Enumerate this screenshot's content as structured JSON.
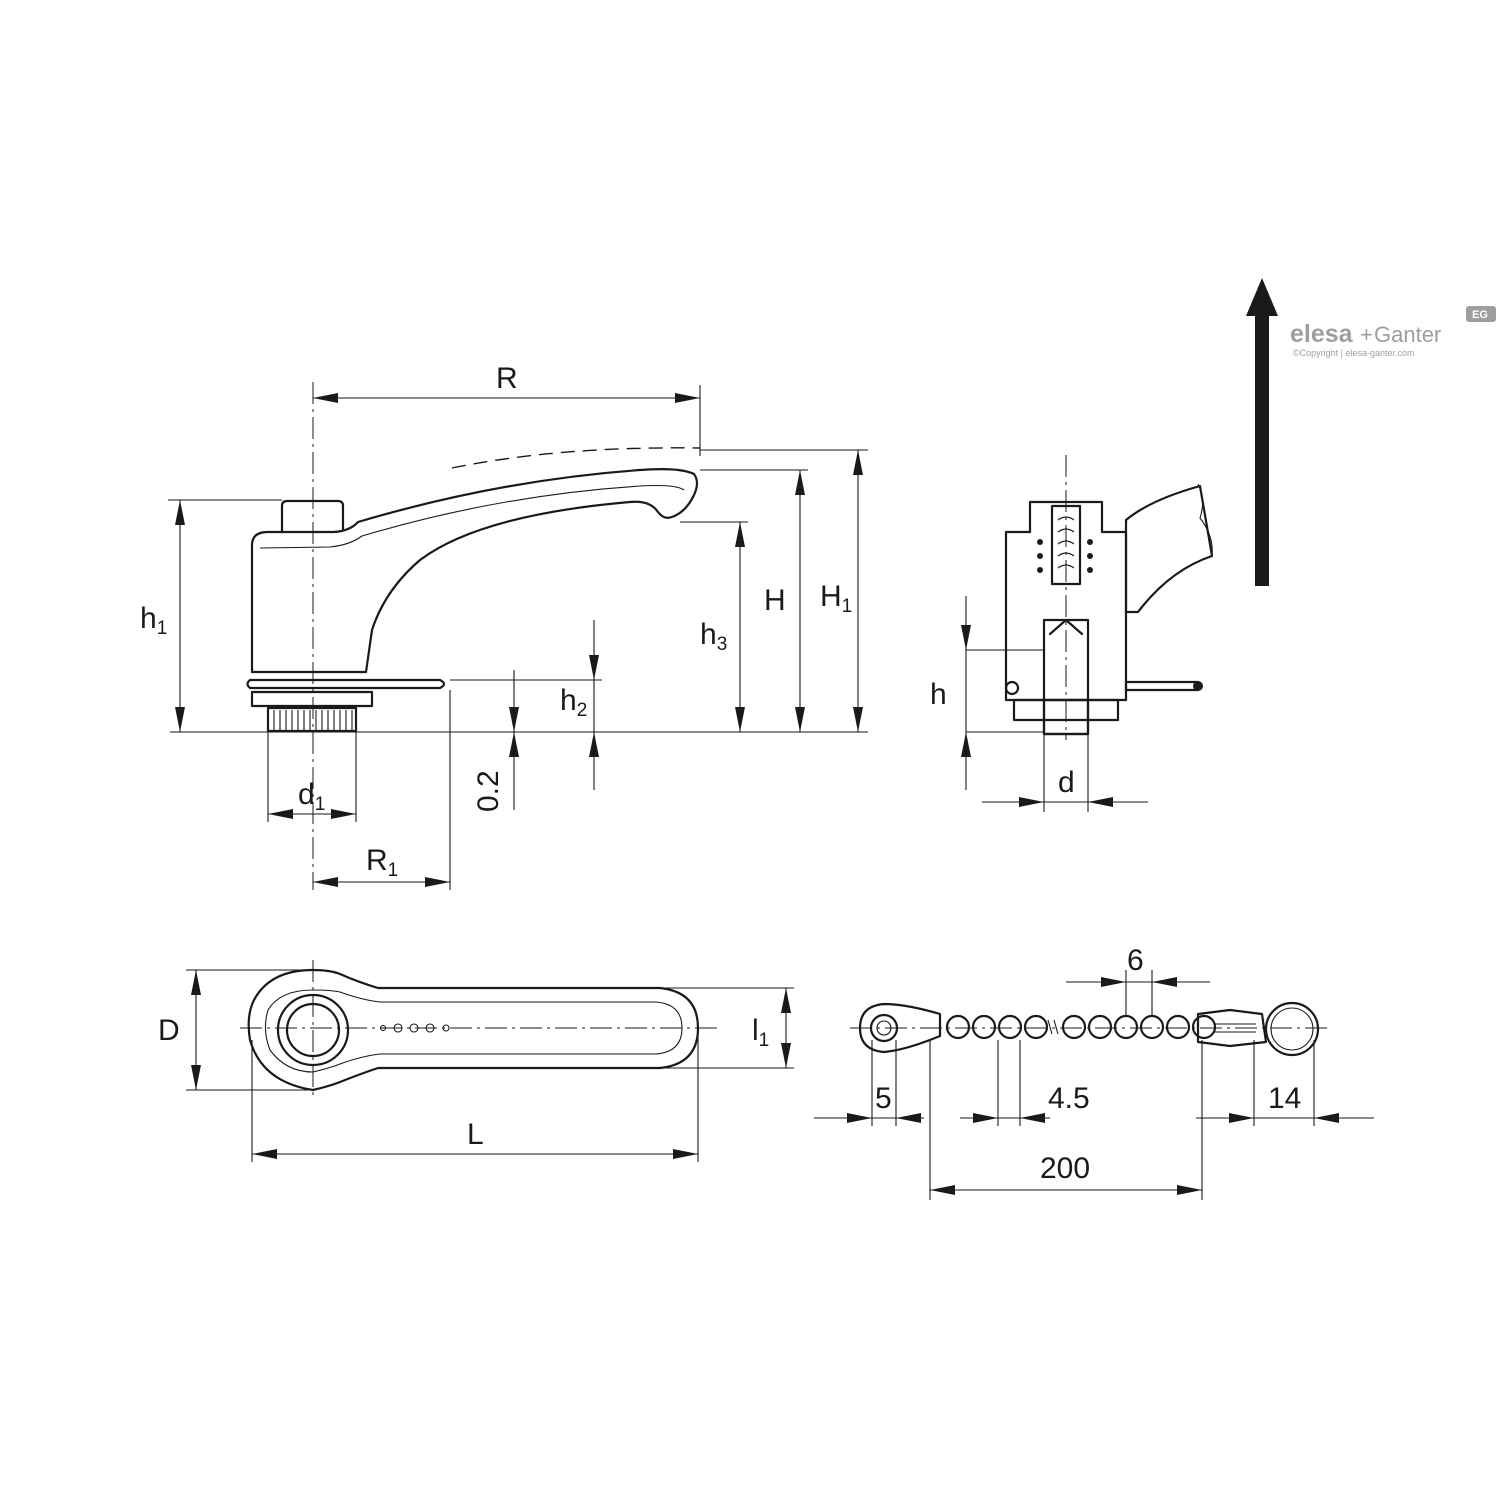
{
  "brand": {
    "name": "elesa",
    "plus": "+",
    "partner": "Ganter",
    "copyright": "©Copyright | elesa-ganter.com",
    "badge": "EG"
  },
  "dimensions": {
    "R": "R",
    "h1": "h",
    "h1_sub": "1",
    "h3": "h",
    "h3_sub": "3",
    "H": "H",
    "H1": "H",
    "H1_sub": "1",
    "h2": "h",
    "h2_sub": "2",
    "gap": "0.2",
    "d1": "d",
    "d1_sub": "1",
    "R1": "R",
    "R1_sub": "1",
    "h": "h",
    "d": "d",
    "D": "D",
    "l1": "l",
    "l1_sub": "1",
    "L": "L",
    "chain_pitch": "6",
    "chain_ring": "5",
    "chain_ball": "4.5",
    "chain_length": "200",
    "chain_clip": "14"
  }
}
